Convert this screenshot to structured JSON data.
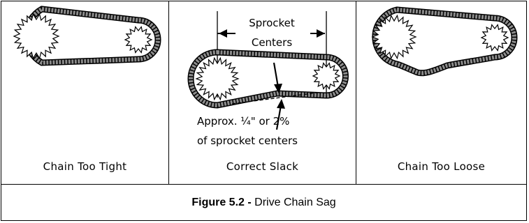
{
  "panels": [
    {
      "label": "Chain Too Tight"
    },
    {
      "label": "Correct Slack",
      "annotations": {
        "sprocket_line1": "Sprocket",
        "sprocket_line2": "Centers",
        "approx_line1": "Approx. ¼\" or 2%",
        "approx_line2": "of sprocket centers"
      }
    },
    {
      "label": "Chain Too Loose"
    }
  ],
  "caption": {
    "figure_label": "Figure 5.2 -",
    "title": "Drive Chain Sag"
  },
  "colors": {
    "chain_fill": "#8c8c8c",
    "line": "#000000",
    "background": "#ffffff"
  }
}
